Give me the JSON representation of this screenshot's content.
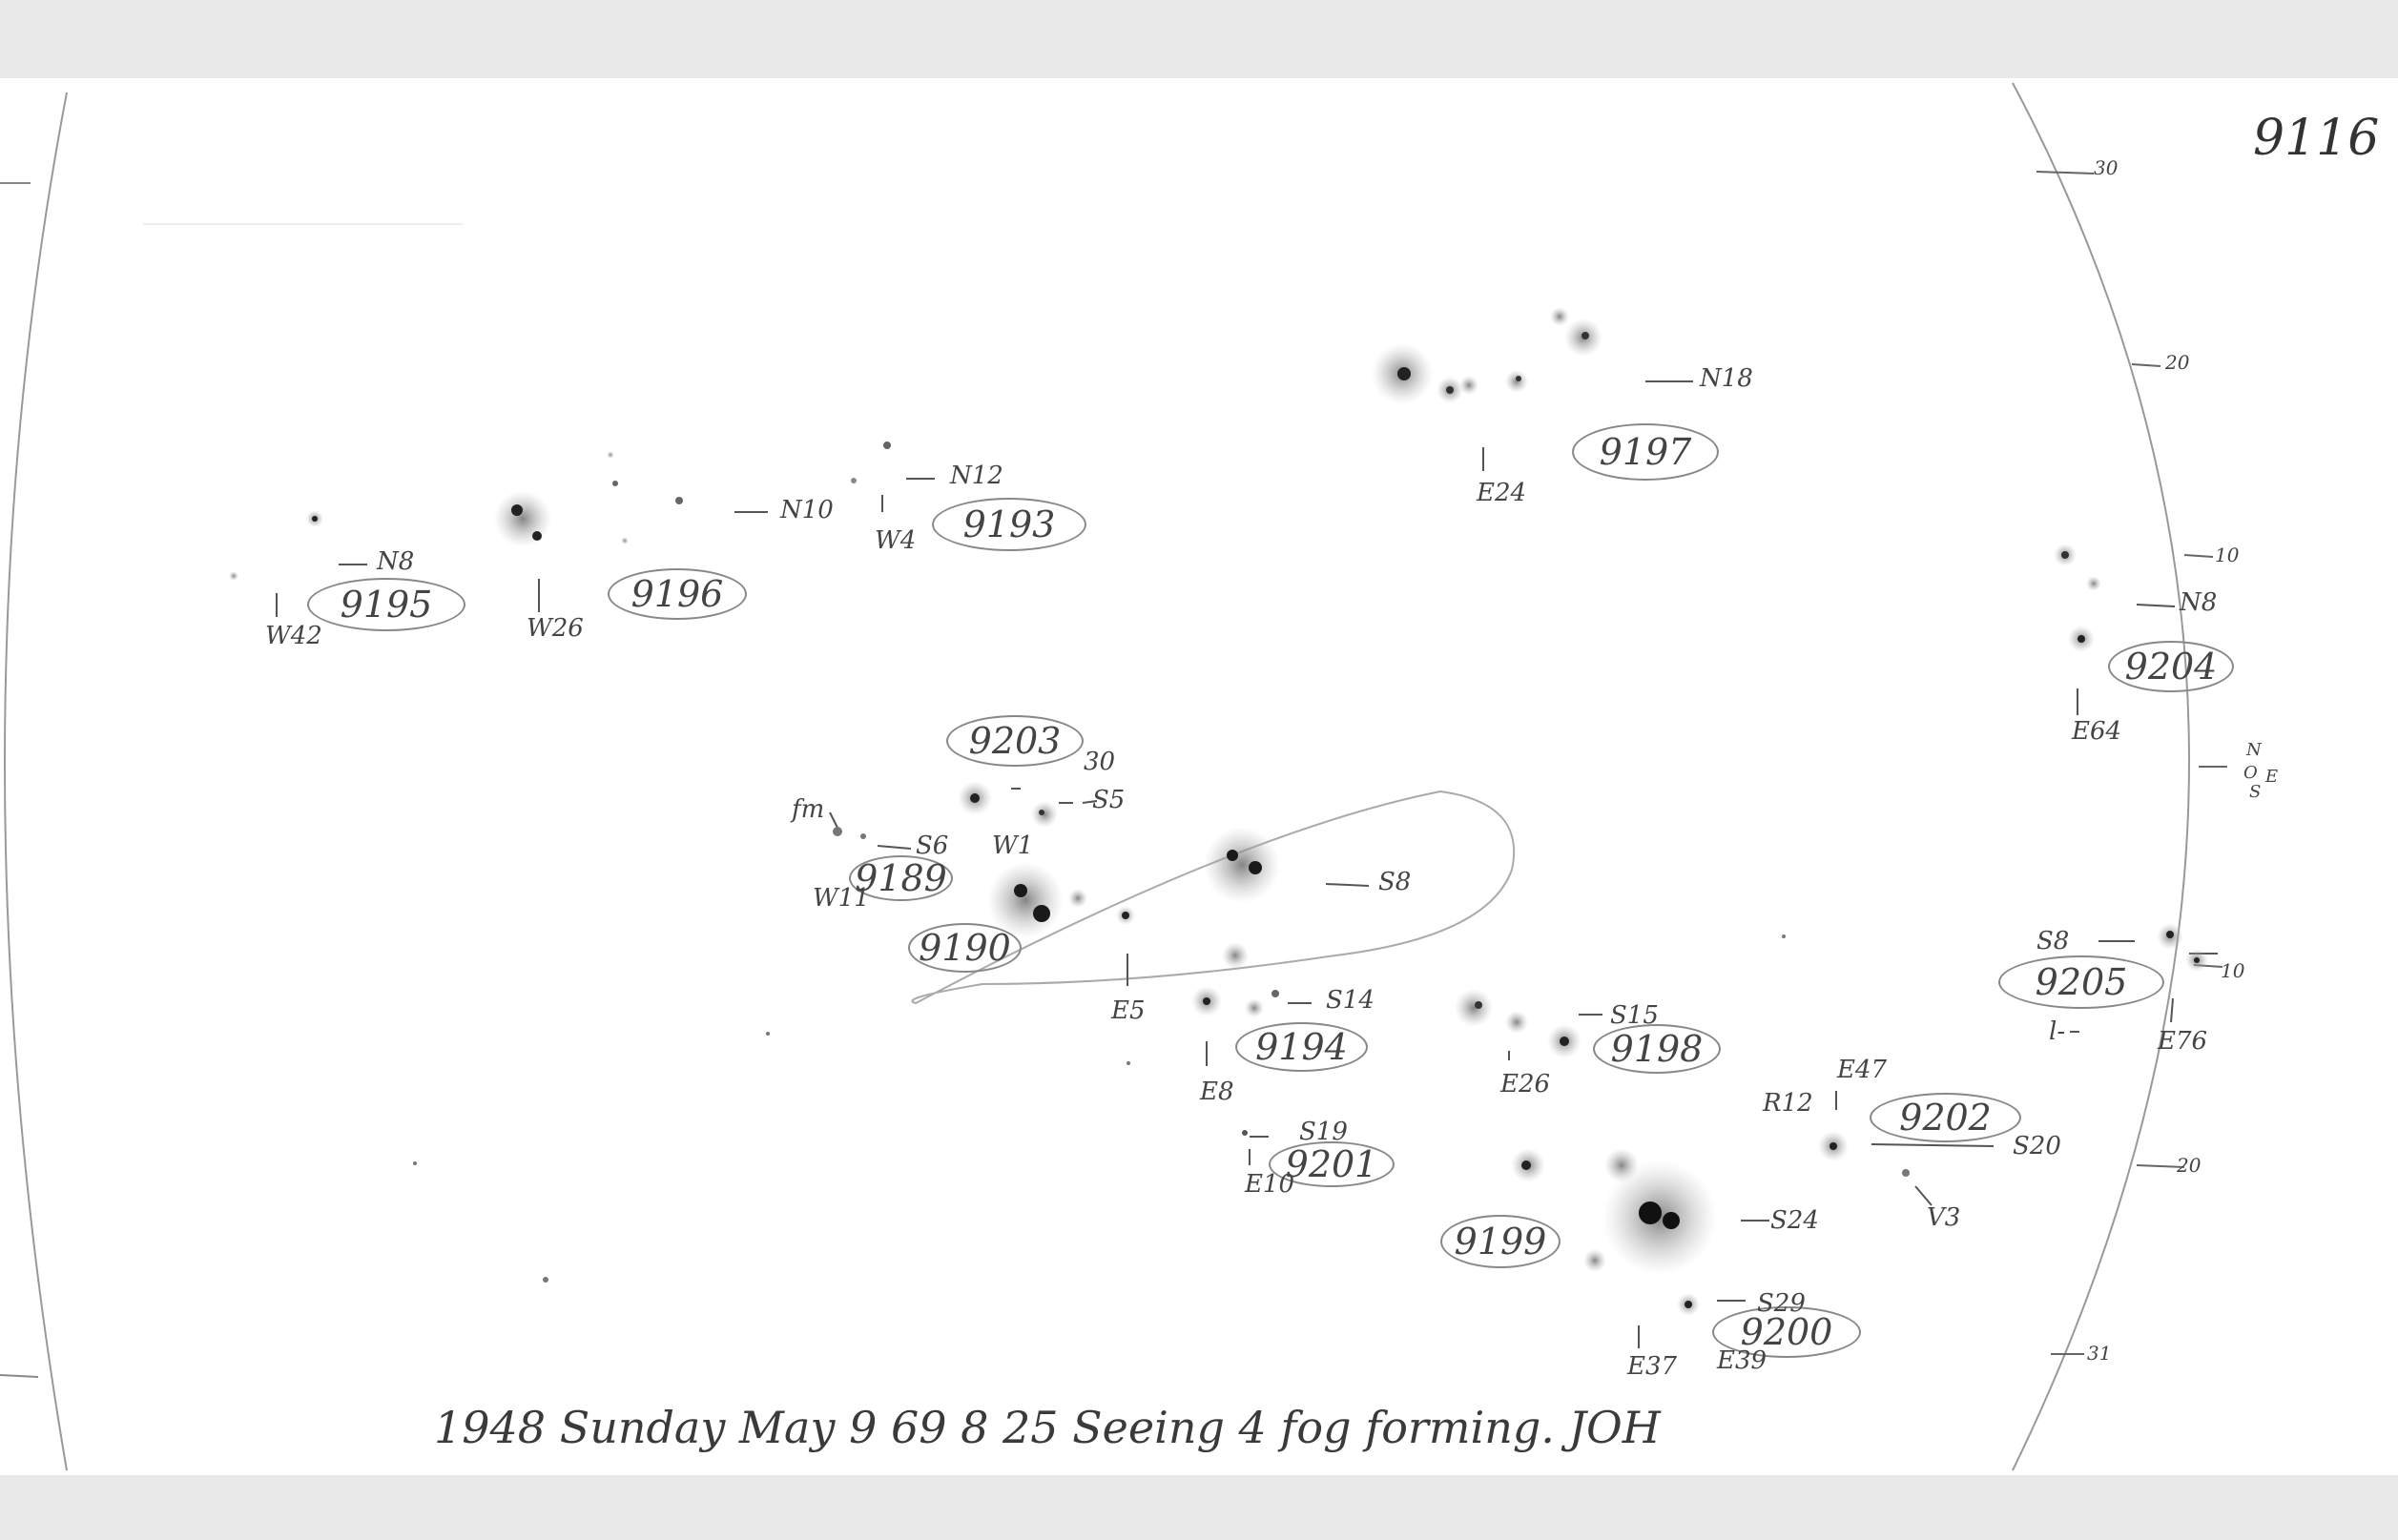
{
  "sheet_number": "9116",
  "caption": "1948 Sunday May 9 69 8 25 Seeing 4 fog forming. JOH",
  "regions": [
    "9195",
    "9196",
    "9193",
    "9197",
    "9203",
    "9189",
    "9190",
    "9194",
    "9201",
    "9198",
    "9199",
    "9200",
    "9202",
    "9204",
    "9205"
  ],
  "labels": {
    "n8_left": "N8",
    "w42": "W42",
    "w26": "W26",
    "n10": "N10",
    "n12": "N12",
    "w4": "W4",
    "n18": "N18",
    "e24": "E24",
    "n8_right": "N8",
    "e64": "E64",
    "s30": "30",
    "s5": "S5",
    "w1": "W1",
    "s6": "S6",
    "w11": "W11",
    "fm": "fm",
    "s8_center": "S8",
    "e5": "E5",
    "s14": "S14",
    "e8": "E8",
    "s19": "S19",
    "e10": "E10",
    "s15": "S15",
    "e26": "E26",
    "s24": "S24",
    "s29": "S29",
    "e37": "E37",
    "e39": "E39",
    "e47": "E47",
    "r12": "R12",
    "s20": "S20",
    "v3": "V3",
    "s8_right": "S8",
    "e76": "E76",
    "l_mark": "l-"
  },
  "limb_scale": [
    "30",
    "20",
    "10",
    "N",
    "O",
    "E",
    "S",
    "10",
    "20",
    "31"
  ],
  "colors": {
    "ink": "#444444",
    "pencil": "#888888",
    "spot": "#1a1a1a",
    "paper": "#ffffff",
    "background": "#e9e9e9"
  }
}
